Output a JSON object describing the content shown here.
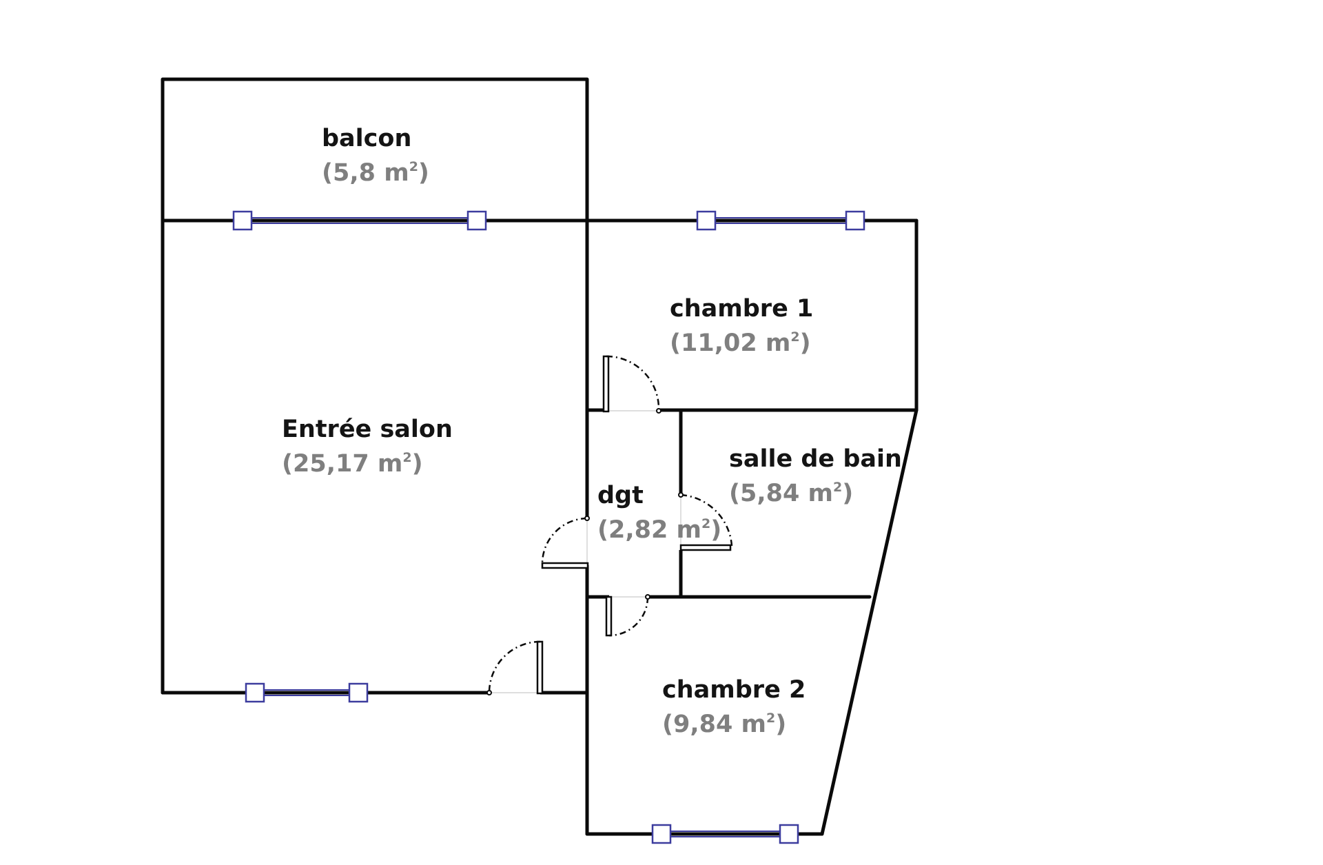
{
  "plan": {
    "unit": "m",
    "rooms": [
      {
        "id": "balcon",
        "name": "balcon",
        "area": "5,8"
      },
      {
        "id": "chambre-1",
        "name": "chambre 1",
        "area": "11,02"
      },
      {
        "id": "entree-salon",
        "name": "Entrée salon",
        "area": "25,17"
      },
      {
        "id": "salle-de-bain",
        "name": "salle de bain",
        "area": "5,84"
      },
      {
        "id": "dgt",
        "name": "dgt",
        "area": "2,82"
      },
      {
        "id": "chambre-2",
        "name": "chambre 2",
        "area": "9,84"
      }
    ],
    "colors": {
      "wall": "#0a0a0a",
      "window": "#3c3c9e",
      "label": "#141414",
      "area": "#7f7f7f"
    }
  }
}
